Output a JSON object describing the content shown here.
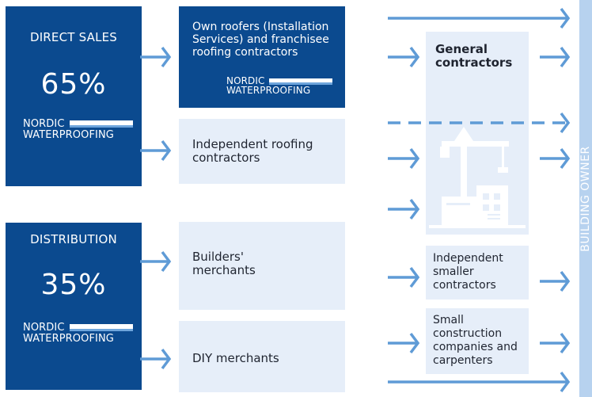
{
  "direct_sales": {
    "title": "DIRECT SALES",
    "percent": "65%",
    "logo_line1": "NORDIC",
    "logo_line2": "WATERPROOFING"
  },
  "distribution": {
    "title": "DISTRIBUTION",
    "percent": "35%",
    "logo_line1": "NORDIC",
    "logo_line2": "WATERPROOFING"
  },
  "own_roofers": {
    "text": "Own roofers (Installation Services) and franchisee roofing contractors",
    "logo_line1": "NORDIC",
    "logo_line2": "WATERPROOFING"
  },
  "independent_roofing": {
    "text": "Independent roofing contractors"
  },
  "builders_merchants": {
    "text": "Builders' merchants"
  },
  "diy_merchants": {
    "text": "DIY merchants"
  },
  "general_contractors": {
    "text": "General contractors"
  },
  "independent_smaller": {
    "text": "Independent smaller contractors"
  },
  "small_construction": {
    "text": "Small construction companies and carpenters"
  },
  "building_owner": {
    "text": "BUILDING OWNER"
  },
  "colors": {
    "dark_blue": "#0b4a8f",
    "light_box": "#e6eef9",
    "arrow": "#5f9bd6",
    "side_bar": "#b7d2ef"
  },
  "icons": [
    "crane-building-icon",
    "arrow-icon",
    "dashed-arrow-icon"
  ]
}
